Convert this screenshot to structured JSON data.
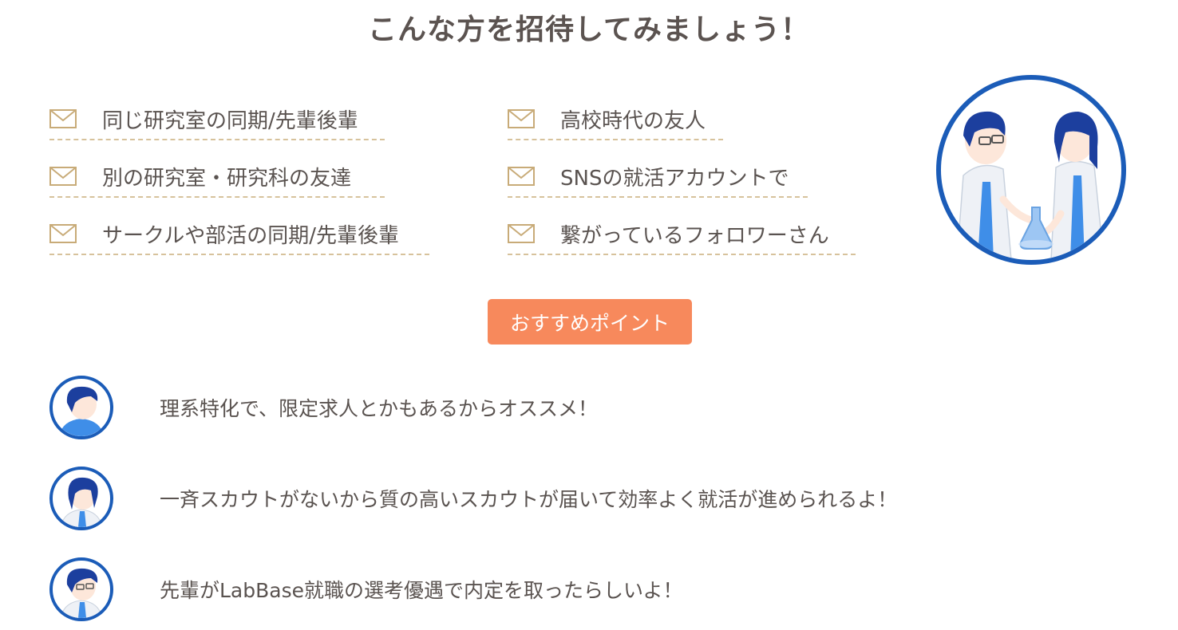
{
  "heading": "こんな方を招待してみましょう！",
  "targets": [
    {
      "label": "同じ研究室の同期/先輩後輩",
      "icon": "mail-icon"
    },
    {
      "label": "別の研究室・研究科の友達",
      "icon": "mail-icon"
    },
    {
      "label": "サークルや部活の同期/先輩後輩",
      "icon": "mail-icon"
    },
    {
      "label": "高校時代の友人",
      "icon": "mail-icon"
    },
    {
      "label": "SNSの就活アカウントで",
      "icon": "mail-icon"
    },
    {
      "label": "繋がっているフォロワーさん",
      "icon": "mail-icon"
    }
  ],
  "recommend_button": "おすすめポイント",
  "points": [
    {
      "text": "理系特化で、限定求人とかもあるからオススメ！"
    },
    {
      "text": "一斉スカウトがないから質の高いスカウトが届いて効率よく就活が進められるよ！"
    },
    {
      "text": "先輩がLabBase就職の選考優遇で内定を取ったらしいよ！"
    }
  ],
  "colors": {
    "text": "#5a5350",
    "accent_button": "#f7895c",
    "dashed_underline": "#d7c29c",
    "mail_icon": "#c8ab78",
    "avatar_ring": "#1b5cb8"
  }
}
